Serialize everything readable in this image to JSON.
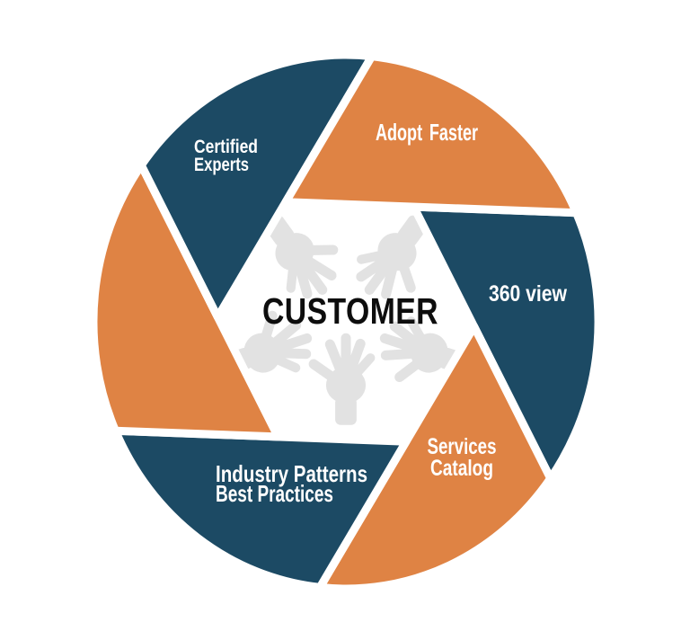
{
  "diagram": {
    "type": "shutter-cycle",
    "background": "#FFFFFF",
    "center": {
      "label": "CUSTOMER",
      "icon": "five-hands-reaching-icon",
      "text_color": "#0D0D0D",
      "hand_color": "#E2E2E2"
    },
    "colors": {
      "navy": "#1C4A64",
      "orange": "#DF8344",
      "label_text": "#FFFFFF"
    },
    "segments": [
      {
        "name": "certified-experts",
        "color": "navy",
        "label": "Certified Experts",
        "lines": [
          "Certified",
          "Experts"
        ]
      },
      {
        "name": "adopt-faster",
        "color": "orange",
        "label": "Adopt Faster",
        "lines": [
          "Adopt Faster"
        ]
      },
      {
        "name": "360-view",
        "color": "navy",
        "label": "360 view",
        "lines": [
          "360 view"
        ]
      },
      {
        "name": "services-catalog",
        "color": "orange",
        "label": "Services Catalog",
        "lines": [
          "Services",
          "Catalog"
        ]
      },
      {
        "name": "industry-patterns-best-practices",
        "color": "navy",
        "label": "Industry Patterns Best Practices",
        "lines": [
          "Industry Patterns",
          "Best Practices"
        ]
      },
      {
        "name": "unlabeled",
        "color": "orange",
        "label": "",
        "lines": []
      }
    ]
  }
}
